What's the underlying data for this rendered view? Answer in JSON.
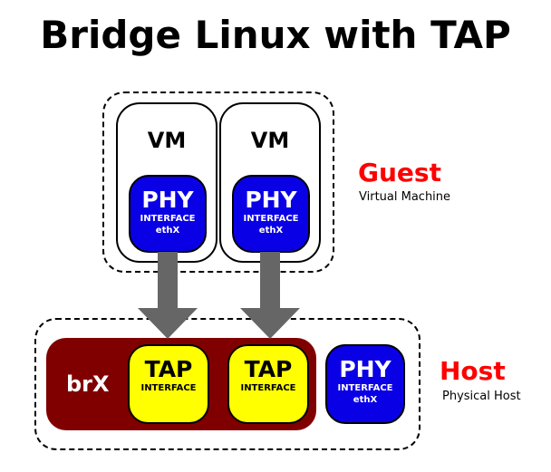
{
  "title": "Bridge Linux with TAP",
  "guest": {
    "label": "Guest",
    "sublabel": "Virtual Machine",
    "vms": [
      {
        "label": "VM",
        "nic": {
          "name": "PHY",
          "line1": "INTERFACE",
          "line2": "ethX"
        }
      },
      {
        "label": "VM",
        "nic": {
          "name": "PHY",
          "line1": "INTERFACE",
          "line2": "ethX"
        }
      }
    ]
  },
  "host": {
    "label": "Host",
    "sublabel": "Physical Host",
    "bridge": {
      "name": "brX"
    },
    "taps": [
      {
        "name": "TAP",
        "line1": "INTERFACE"
      },
      {
        "name": "TAP",
        "line1": "INTERFACE"
      }
    ],
    "phy": {
      "name": "PHY",
      "line1": "INTERFACE",
      "line2": "ethX"
    }
  },
  "colors": {
    "phy": "#0a00e6",
    "tap": "#ffff00",
    "bridge": "#800000",
    "role_label": "#ff0000",
    "arrow": "#666666"
  }
}
